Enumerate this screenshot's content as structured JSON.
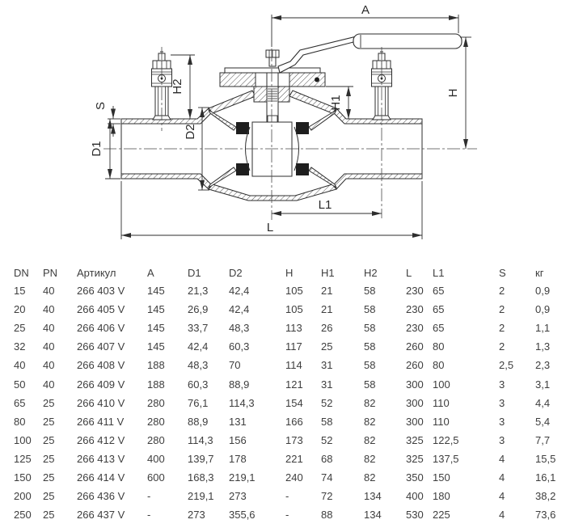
{
  "drawing": {
    "title": "ball-valve-section-drawing",
    "dimension_labels": {
      "a": "A",
      "h": "H",
      "h1": "H1",
      "h2": "H2",
      "s": "S",
      "d1": "D1",
      "d2": "D2",
      "l": "L",
      "l1": "L1"
    },
    "line_color": "#2e2e2e",
    "seat_color": "#1e1e1e"
  },
  "table": {
    "headers": [
      "DN",
      "PN",
      "Артикул",
      "A",
      "D1",
      "D2",
      "H",
      "H1",
      "H2",
      "L",
      "L1",
      "S",
      "кг"
    ],
    "rows": [
      [
        "15",
        "40",
        "266 403 V",
        "145",
        "21,3",
        "42,4",
        "105",
        "21",
        "58",
        "230",
        "65",
        "2",
        "0,9"
      ],
      [
        "20",
        "40",
        "266 405 V",
        "145",
        "26,9",
        "42,4",
        "105",
        "21",
        "58",
        "230",
        "65",
        "2",
        "0,9"
      ],
      [
        "25",
        "40",
        "266 406 V",
        "145",
        "33,7",
        "48,3",
        "113",
        "26",
        "58",
        "230",
        "65",
        "2",
        "1,1"
      ],
      [
        "32",
        "40",
        "266 407 V",
        "145",
        "42,4",
        "60,3",
        "117",
        "25",
        "58",
        "260",
        "80",
        "2",
        "1,3"
      ],
      [
        "40",
        "40",
        "266 408 V",
        "188",
        "48,3",
        "70",
        "114",
        "31",
        "58",
        "260",
        "80",
        "2,5",
        "2,3"
      ],
      [
        "50",
        "40",
        "266 409 V",
        "188",
        "60,3",
        "88,9",
        "121",
        "31",
        "58",
        "300",
        "100",
        "3",
        "3,1"
      ],
      [
        "65",
        "25",
        "266 410 V",
        "280",
        "76,1",
        "114,3",
        "154",
        "52",
        "82",
        "300",
        "110",
        "3",
        "4,4"
      ],
      [
        "80",
        "25",
        "266 411 V",
        "280",
        "88,9",
        "131",
        "166",
        "58",
        "82",
        "300",
        "110",
        "3",
        "5,4"
      ],
      [
        "100",
        "25",
        "266 412 V",
        "280",
        "114,3",
        "156",
        "173",
        "52",
        "82",
        "325",
        "122,5",
        "3",
        "7,7"
      ],
      [
        "125",
        "25",
        "266 413 V",
        "400",
        "139,7",
        "178",
        "221",
        "68",
        "82",
        "325",
        "137,5",
        "4",
        "15,5"
      ],
      [
        "150",
        "25",
        "266 414 V",
        "600",
        "168,3",
        "219,1",
        "240",
        "74",
        "82",
        "350",
        "150",
        "4",
        "16,1"
      ],
      [
        "200",
        "25",
        "266 436 V",
        "-",
        "219,1",
        "273",
        "-",
        "72",
        "134",
        "400",
        "180",
        "4",
        "38,2"
      ],
      [
        "250",
        "25",
        "266 437 V",
        "-",
        "273",
        "355,6",
        "-",
        "88",
        "134",
        "530",
        "225",
        "4",
        "73,6"
      ]
    ]
  }
}
